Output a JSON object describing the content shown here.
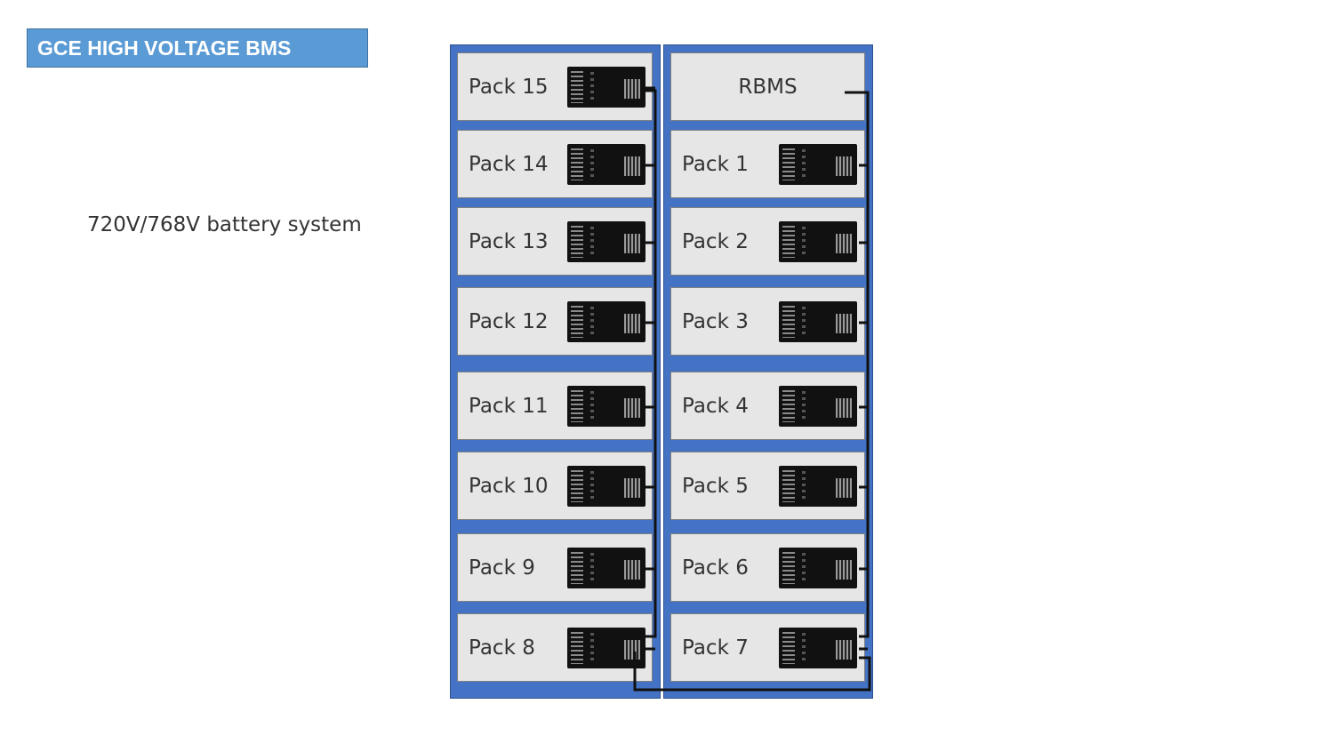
{
  "title": "GCE HIGH VOLTAGE BMS",
  "subtitle": "720V/768V battery system",
  "left_rack": [
    "Pack 15",
    "Pack 14",
    "Pack 13",
    "Pack 12",
    "Pack 11",
    "Pack 10",
    "Pack 9",
    "Pack 8"
  ],
  "right_rack": [
    "RBMS",
    "Pack 1",
    "Pack 2",
    "Pack 3",
    "Pack 4",
    "Pack 5",
    "Pack 6",
    "Pack 7"
  ],
  "colors": {
    "title_bg": "#5b9bd5",
    "rack_bg": "#4472c4",
    "pack_bg": "#e7e6e6",
    "wire": "#111111"
  },
  "icons": {
    "pack_module": "bms-board-icon",
    "cable": "daisy-chain-cable"
  }
}
